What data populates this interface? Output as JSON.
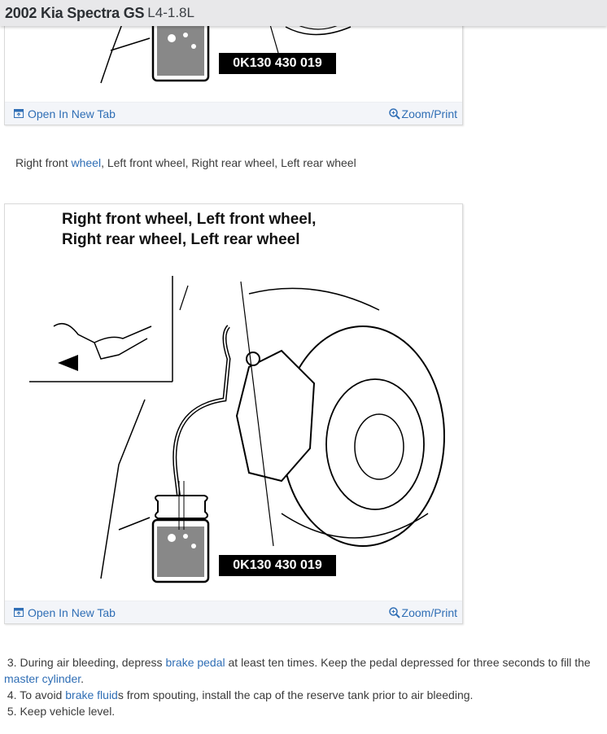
{
  "header": {
    "title": "2002 Kia Spectra GS",
    "engine": "L4-1.8L"
  },
  "figure1": {
    "part_number": "0K130 430 019",
    "open_tab_label": "Open In New Tab",
    "zoom_label": "Zoom/Print"
  },
  "caption_text": {
    "prefix": "Right front ",
    "link": "wheel",
    "suffix": ", Left front wheel, Right rear wheel, Left rear wheel"
  },
  "figure2": {
    "caption_line1": "Right front wheel, Left front wheel,",
    "caption_line2": "Right rear wheel, Left rear wheel",
    "part_number": "0K130 430 019",
    "open_tab_label": "Open In New Tab",
    "zoom_label": "Zoom/Print"
  },
  "steps": [
    {
      "prefix": "3. During air bleeding, depress ",
      "link": "brake pedal",
      "middle": " at least ten times. Keep the pedal depressed for three seconds to fill the ",
      "link2": "master cylinder",
      "suffix": "."
    },
    {
      "prefix": "4. To avoid ",
      "link": "brake fluid",
      "suffix": "s from spouting, install the cap of the reserve tank prior to air bleeding."
    },
    {
      "prefix": "5. Keep vehicle level."
    }
  ],
  "colors": {
    "link": "#2f6eb5",
    "topbar": "#e8e8ea",
    "figure_bar": "#f3f5f9"
  }
}
